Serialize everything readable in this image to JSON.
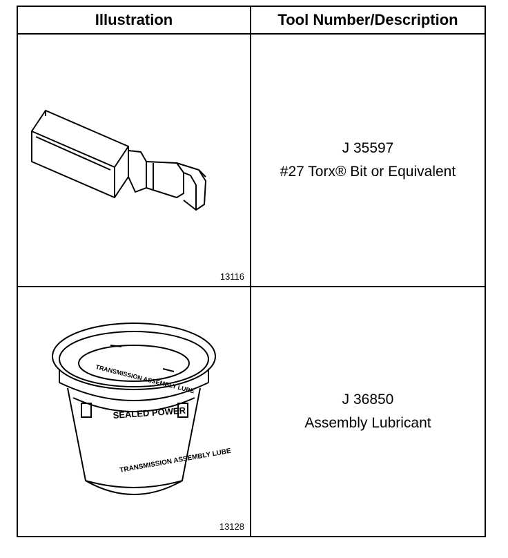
{
  "header": {
    "illustration": "Illustration",
    "tool": "Tool Number/Description"
  },
  "rows": [
    {
      "figure_number": "13116",
      "tool_number": "J 35597",
      "description": "#27 Torx® Bit or Equivalent",
      "illustration_icon": "torx-bit-icon"
    },
    {
      "figure_number": "13128",
      "tool_number": "J 36850",
      "description": "Assembly Lubricant",
      "illustration_icon": "lubricant-tub-icon",
      "label_brand": "SEALED POWER",
      "label_product": "TRANSMISSION ASSEMBLY LUBE"
    }
  ]
}
